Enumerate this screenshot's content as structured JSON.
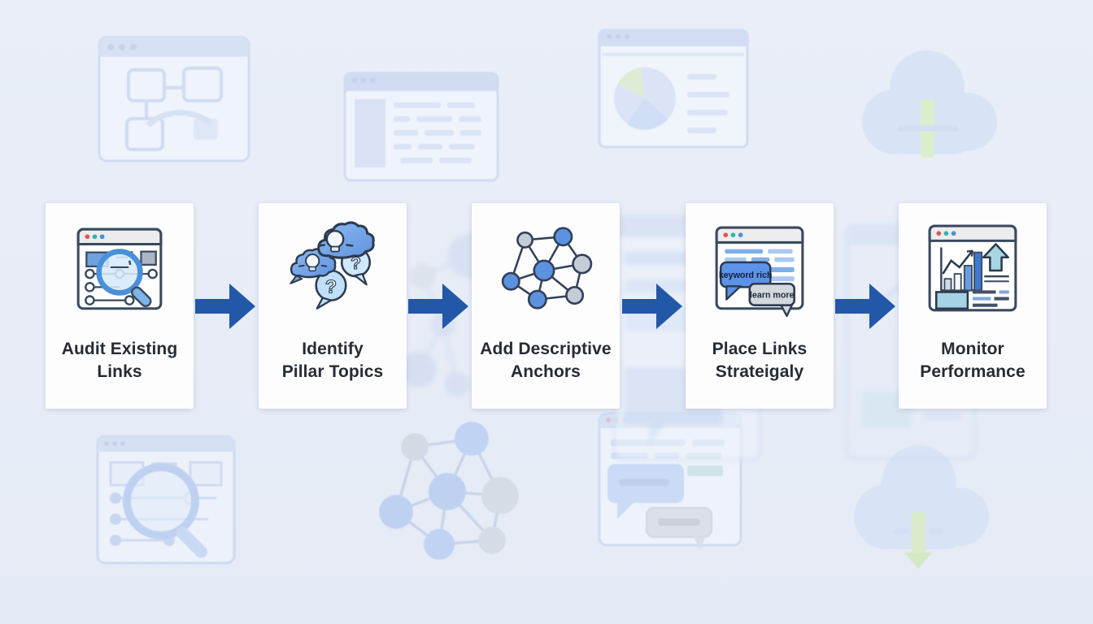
{
  "flow": {
    "arrow_color": "#2357a7",
    "steps": [
      {
        "name": "audit-existing-links",
        "icon": "browser-audit-magnifier-icon",
        "label_line1": "Audit Existing",
        "label_line2": "Links"
      },
      {
        "name": "identify-pillar-topics",
        "icon": "thought-bubbles-lightbulb-icon",
        "label_line1": "Identify",
        "label_line2": "Pillar Topics"
      },
      {
        "name": "add-descriptive-anchors",
        "icon": "network-graph-icon",
        "label_line1": "Add Descriptive",
        "label_line2": "Anchors"
      },
      {
        "name": "place-links-strategically",
        "icon": "browser-link-bubbles-icon",
        "label_line1": "Place Links",
        "label_line2": "Strateigaly",
        "bubble_primary_label": "keyword rich",
        "bubble_secondary_label": "learn more"
      },
      {
        "name": "monitor-performance",
        "icon": "analytics-chart-browser-icon",
        "label_line1": "Monitor",
        "label_line2": "Performance"
      }
    ]
  },
  "colors": {
    "page_bg": "#e8edf7",
    "card_bg": "#fdfdfe",
    "label_text": "#262c34",
    "arrow_blue": "#2357a7",
    "icon_outline": "#3a4a5e",
    "icon_blue": "#5b93e0",
    "icon_light_blue": "#cfe8fb",
    "icon_gray": "#b9c2cc",
    "icon_teal": "#a5d3e4",
    "background_icon_tint": "#ccd9f1",
    "background_green_accent": "#d5ecc2"
  }
}
